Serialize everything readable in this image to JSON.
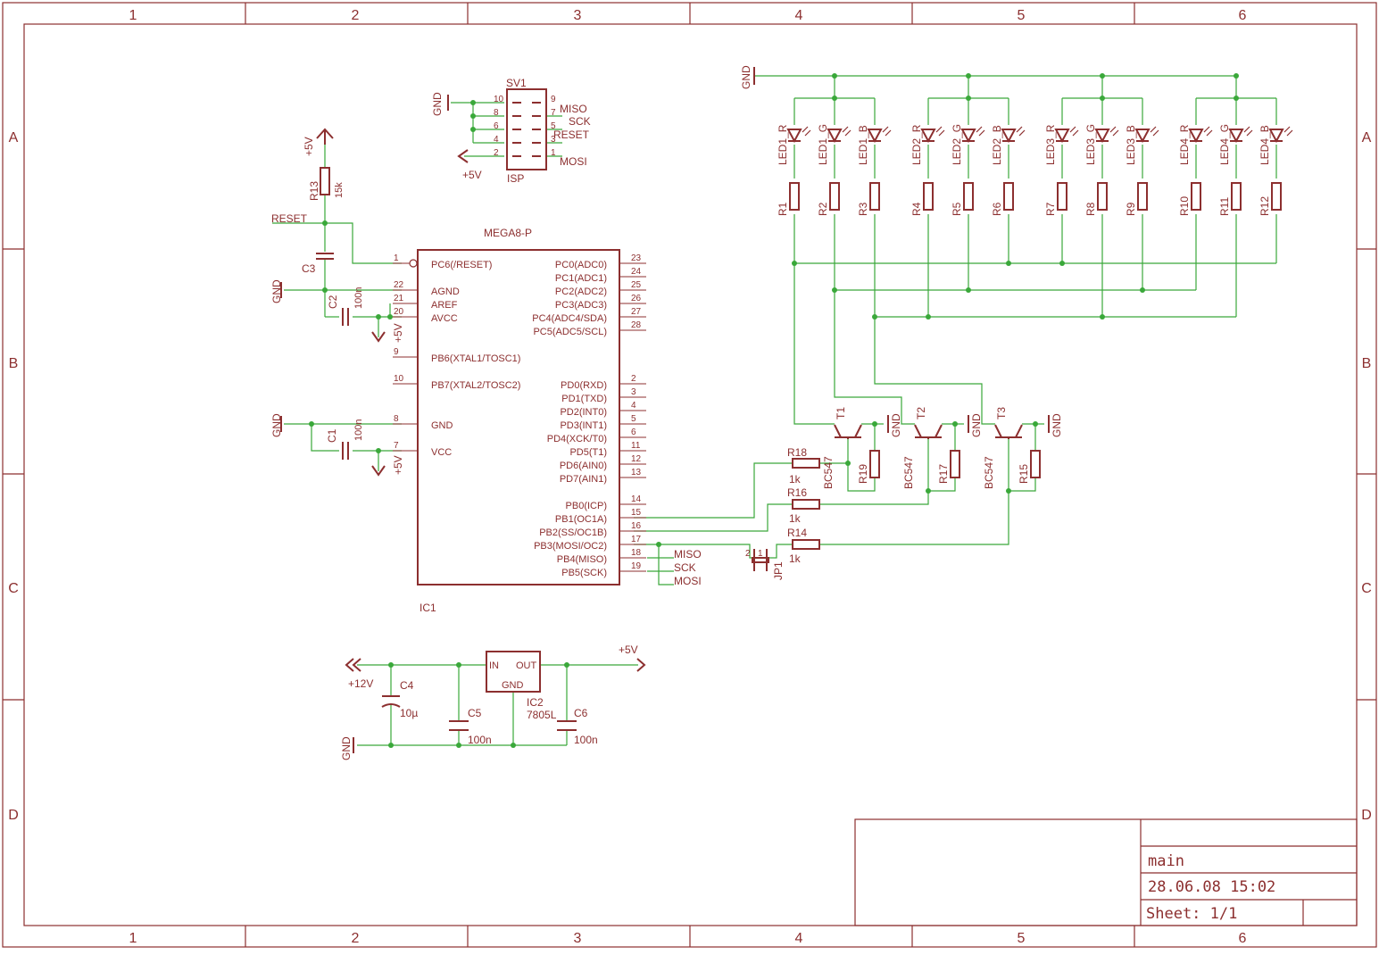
{
  "frame": {
    "columns": [
      "1",
      "2",
      "3",
      "4",
      "5",
      "6"
    ],
    "rows": [
      "A",
      "B",
      "C",
      "D"
    ]
  },
  "title_block": {
    "sheet_name": "main",
    "date": "28.06.08 15:02",
    "sheet": "Sheet: 1/1"
  },
  "ic1": {
    "name": "MEGA8-P",
    "ref": "IC1",
    "left_pins": [
      {
        "num": "1",
        "label": "PC6(/RESET)"
      },
      {
        "num": "22",
        "label": "AGND"
      },
      {
        "num": "21",
        "label": "AREF"
      },
      {
        "num": "20",
        "label": "AVCC"
      },
      {
        "num": "9",
        "label": "PB6(XTAL1/TOSC1)"
      },
      {
        "num": "10",
        "label": "PB7(XTAL2/TOSC2)"
      },
      {
        "num": "8",
        "label": "GND"
      },
      {
        "num": "7",
        "label": "VCC"
      }
    ],
    "right_pins": [
      {
        "num": "23",
        "label": "PC0(ADC0)"
      },
      {
        "num": "24",
        "label": "PC1(ADC1)"
      },
      {
        "num": "25",
        "label": "PC2(ADC2)"
      },
      {
        "num": "26",
        "label": "PC3(ADC3)"
      },
      {
        "num": "27",
        "label": "PC4(ADC4/SDA)"
      },
      {
        "num": "28",
        "label": "PC5(ADC5/SCL)"
      },
      {
        "num": "2",
        "label": "PD0(RXD)"
      },
      {
        "num": "3",
        "label": "PD1(TXD)"
      },
      {
        "num": "4",
        "label": "PD2(INT0)"
      },
      {
        "num": "5",
        "label": "PD3(INT1)"
      },
      {
        "num": "6",
        "label": "PD4(XCK/T0)"
      },
      {
        "num": "11",
        "label": "PD5(T1)"
      },
      {
        "num": "12",
        "label": "PD6(AIN0)"
      },
      {
        "num": "13",
        "label": "PD7(AIN1)"
      },
      {
        "num": "14",
        "label": "PB0(ICP)"
      },
      {
        "num": "15",
        "label": "PB1(OC1A)"
      },
      {
        "num": "16",
        "label": "PB2(SS/OC1B)"
      },
      {
        "num": "17",
        "label": "PB3(MOSI/OC2)"
      },
      {
        "num": "18",
        "label": "PB4(MISO)"
      },
      {
        "num": "19",
        "label": "PB5(SCK)"
      }
    ],
    "net_labels": [
      "MISO",
      "SCK",
      "MOSI"
    ]
  },
  "isp": {
    "ref": "SV1",
    "name": "ISP",
    "left_nums": [
      "10",
      "8",
      "6",
      "4",
      "2"
    ],
    "right_nums": [
      "9",
      "7",
      "5",
      "3",
      "1"
    ],
    "signals": [
      "MISO",
      "SCK",
      "RESET",
      "MOSI"
    ],
    "gnd": "GND",
    "vcc": "+5V"
  },
  "reset_circuit": {
    "supply": "+5V",
    "r13_ref": "R13",
    "r13_val": "15k",
    "net": "RESET",
    "c3_ref": "C3",
    "gnd": "GND",
    "c2_ref": "C2",
    "c2_val": "100n",
    "avcc_supply": "+5V"
  },
  "vcc_decoupling": {
    "gnd": "GND",
    "c1_ref": "C1",
    "c1_val": "100n",
    "supply": "+5V"
  },
  "leds": {
    "gnd": "GND",
    "diodes": [
      "LED1_R",
      "LED1_G",
      "LED1_B",
      "LED2_R",
      "LED2_G",
      "LED2_B",
      "LED3_R",
      "LED3_G",
      "LED3_B",
      "LED4_R",
      "LED4_G",
      "LED4_B"
    ],
    "resistors": [
      "R1",
      "R2",
      "R3",
      "R4",
      "R5",
      "R6",
      "R7",
      "R8",
      "R9",
      "R10",
      "R11",
      "R12"
    ]
  },
  "drivers": {
    "transistors": [
      {
        "ref": "T1",
        "type": "BC547",
        "gnd": "GND",
        "re_ref": "R19"
      },
      {
        "ref": "T2",
        "type": "BC547",
        "gnd": "GND",
        "re_ref": "R17"
      },
      {
        "ref": "T3",
        "type": "BC547",
        "gnd": "GND",
        "re_ref": "R15"
      }
    ],
    "base_resistors": [
      {
        "ref": "R18",
        "val": "1k"
      },
      {
        "ref": "R16",
        "val": "1k"
      },
      {
        "ref": "R14",
        "val": "1k"
      }
    ],
    "jumper": {
      "ref": "JP1",
      "pin1": "1",
      "pin2": "2"
    }
  },
  "power": {
    "input": "+12V",
    "output": "+5V",
    "gnd": "GND",
    "reg_ref": "IC2",
    "reg_type": "7805L",
    "reg_in": "IN",
    "reg_out": "OUT",
    "reg_gnd": "GND",
    "c4_ref": "C4",
    "c4_val": "10µ",
    "c5_ref": "C5",
    "c5_val": "100n",
    "c6_ref": "C6",
    "c6_val": "100n"
  },
  "colors": {
    "symbol": "#8c2f2f",
    "wire": "#3aa83a",
    "background": "#ffffff"
  }
}
